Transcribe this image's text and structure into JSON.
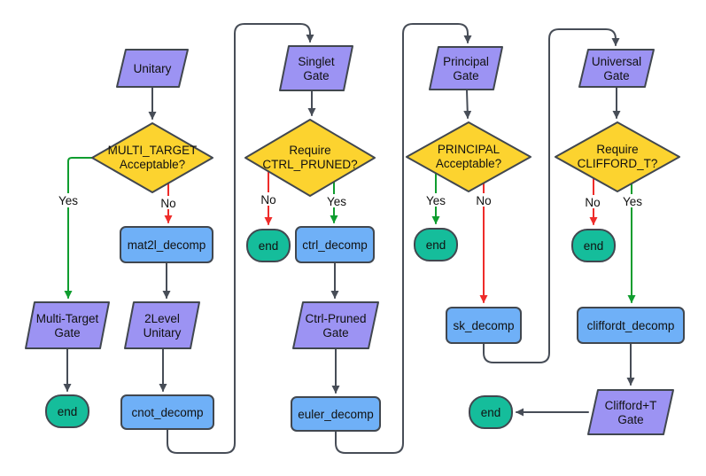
{
  "diagram": {
    "type": "flowchart",
    "colors": {
      "io_fill": "#9c93f3",
      "process_fill": "#6fb0f7",
      "decision_fill": "#fcd32f",
      "terminal_fill": "#15bd9b",
      "edge": "#474d57",
      "edge_yes": "#0f9d2f",
      "edge_no": "#ee2c2a",
      "text": "#111111"
    },
    "edge_labels": {
      "yes": "Yes",
      "no": "No"
    },
    "nodes": {
      "unitary": {
        "label": "Unitary"
      },
      "multi_target_decision": {
        "line1": "MULTI_TARGET",
        "line2": "Acceptable?"
      },
      "multi_target_gate": {
        "line1": "Multi-Target",
        "line2": "Gate"
      },
      "end_multi_target": {
        "label": "end"
      },
      "mat2l_decomp": {
        "label": "mat2l_decomp"
      },
      "two_level_unitary": {
        "line1": "2Level",
        "line2": "Unitary"
      },
      "cnot_decomp": {
        "label": "cnot_decomp"
      },
      "singlet_gate": {
        "line1": "Singlet",
        "line2": "Gate"
      },
      "ctrl_pruned_decision": {
        "line1": "Require",
        "line2": "CTRL_PRUNED?"
      },
      "end_ctrl_pruned": {
        "label": "end"
      },
      "ctrl_decomp": {
        "label": "ctrl_decomp"
      },
      "ctrl_pruned_gate": {
        "line1": "Ctrl-Pruned",
        "line2": "Gate"
      },
      "euler_decomp": {
        "label": "euler_decomp"
      },
      "principal_gate": {
        "line1": "Principal",
        "line2": "Gate"
      },
      "principal_decision": {
        "line1": "PRINCIPAL",
        "line2": "Acceptable?"
      },
      "end_principal": {
        "label": "end"
      },
      "sk_decomp": {
        "label": "sk_decomp"
      },
      "universal_gate": {
        "line1": "Universal",
        "line2": "Gate"
      },
      "clifford_t_decision": {
        "line1": "Require",
        "line2": "CLIFFORD_T?"
      },
      "end_clifford": {
        "label": "end"
      },
      "cliffordt_decomp": {
        "label": "cliffordt_decomp"
      },
      "clifford_t_gate": {
        "line1": "Clifford+T",
        "line2": "Gate"
      },
      "end_final": {
        "label": "end"
      }
    }
  }
}
